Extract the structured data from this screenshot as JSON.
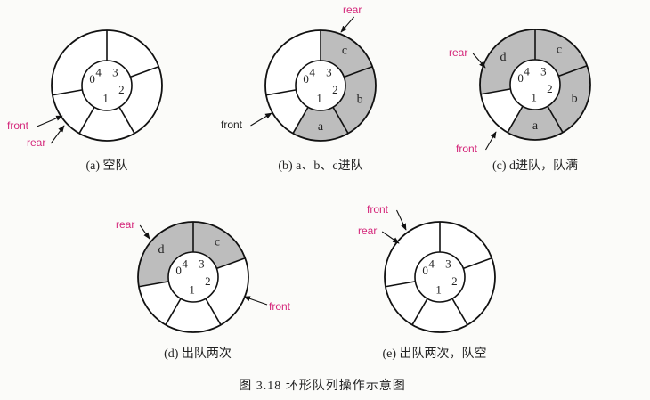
{
  "figure_caption": "图 3.18    环形队列操作示意图",
  "colors": {
    "filled": "#bdbdbd",
    "empty": "#ffffff",
    "pointer": "#d4267a",
    "stroke": "#111111"
  },
  "panels": [
    {
      "id": "a",
      "caption": "(a) 空队",
      "indices": [
        "0",
        "1",
        "2",
        "3",
        "4"
      ],
      "slots": [
        "",
        "",
        "",
        "",
        ""
      ],
      "pointers": [
        {
          "label": "front"
        },
        {
          "label": "rear"
        }
      ]
    },
    {
      "id": "b",
      "caption": "(b) a、b、c进队",
      "indices": [
        "0",
        "1",
        "2",
        "3",
        "4"
      ],
      "slots": [
        "",
        "a",
        "b",
        "c",
        ""
      ],
      "pointers": [
        {
          "label": "rear"
        },
        {
          "label": "front"
        }
      ]
    },
    {
      "id": "c",
      "caption": "(c) d进队，队满",
      "indices": [
        "0",
        "1",
        "2",
        "3",
        "4"
      ],
      "slots": [
        "",
        "a",
        "b",
        "c",
        "d"
      ],
      "pointers": [
        {
          "label": "rear"
        },
        {
          "label": "front"
        }
      ]
    },
    {
      "id": "d",
      "caption": "(d) 出队两次",
      "indices": [
        "0",
        "1",
        "2",
        "3",
        "4"
      ],
      "slots": [
        "",
        "",
        "",
        "c",
        "d"
      ],
      "pointers": [
        {
          "label": "rear"
        },
        {
          "label": "front"
        }
      ]
    },
    {
      "id": "e",
      "caption": "(e) 出队两次，队空",
      "indices": [
        "0",
        "1",
        "2",
        "3",
        "4"
      ],
      "slots": [
        "",
        "",
        "",
        "",
        ""
      ],
      "pointers": [
        {
          "label": "front"
        },
        {
          "label": "rear"
        }
      ]
    }
  ]
}
